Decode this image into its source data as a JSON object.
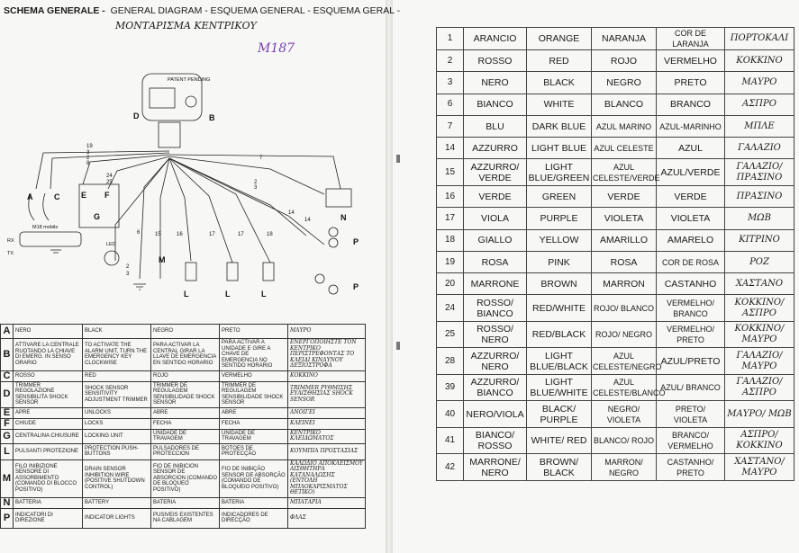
{
  "header": {
    "title": "SCHEMA GENERALE -",
    "subtitle": "GENERAL DIAGRAM - ESQUEMA GENERAL - ESQUEMA GERAL -",
    "greek": "ΜΟΝΤΑΡΙΣΜΑ ΚΕΝΤΡΙΚΟΥ",
    "handwritten": "M187"
  },
  "diagram": {
    "labels": {
      "A": "A",
      "B": "B",
      "C": "C",
      "D": "D",
      "E": "E",
      "F": "F",
      "G": "G",
      "M": "M",
      "N": "N",
      "P1": "P",
      "P2": "P",
      "L1": "L",
      "L2": "L",
      "L3": "L",
      "rx": "RX",
      "tx": "TX",
      "led": "LED",
      "mobile": "M18 mobile",
      "connector_label": "PATENT PENDING"
    },
    "wires": [
      "19",
      "3",
      "2",
      "8",
      "7",
      "24",
      "25",
      "2",
      "3",
      "6",
      "15",
      "16",
      "17",
      "17",
      "18",
      "14",
      "14",
      "2",
      "3"
    ]
  },
  "legend": [
    {
      "key": "A",
      "cols": [
        "NERO",
        "BLACK",
        "NEGRO",
        "PRETO",
        "ΜΑΥΡΟ"
      ]
    },
    {
      "key": "B",
      "cols": [
        "ATTIVARE LA CENTRALE RUOTANDO LA CHIAVE DI EMERG. IN SENSO ORARIO",
        "TO ACTIVATE THE ALARM UNIT, TURN THE EMERGENCY KEY CLOCKWISE",
        "PARA ACTIVAR LA CENTRAL GIRAR LA LLAVE DE EMERGENCIA EN SENTIDO HORARIO",
        "PARA ACTIVAR A UNIDADE E GIRE A CHAVE DE EMERGENCIA NO SENTIDO HORARIO",
        "ΕΝΕΡΓΟΠΟΙΗΣΤΕ ΤΟΝ ΚΕΝΤΡΙΚΟ ΠΕΡΙΣΤΡΕΦΟΝΤΑΣ ΤΟ ΚΛΕΙΔΙ ΚΙΝΔΥΝΟΥ ΔΕΞΙΟΣΤΡΟΦΑ"
      ]
    },
    {
      "key": "C",
      "cols": [
        "ROSSO",
        "RED",
        "ROJO",
        "VERMELHO",
        "ΚΟΚΚΙΝΟ"
      ]
    },
    {
      "key": "D",
      "cols": [
        "TRIMMER REGOLAZIONE SENSIBILITA SHOCK SENSOR",
        "SHOCK SENSOR SENSITIVITY ADJUSTMENT TRIMMER",
        "TRIMMER DE REGULAGEM SENSIBILIDADE SHOCK SENSOR",
        "TRIMMER DE REGULAGEM SENSIBILIDADE SHOCK SENSOR",
        "TRIMMER ΡΥΘΜΙΣΗΣ ΕΥΑΙΣΘΗΣΙΑΣ SHOCK SENSOR"
      ]
    },
    {
      "key": "E",
      "cols": [
        "APRE",
        "UNLOCKS",
        "ABRE",
        "ABRE",
        "ΑΝΟΙΓΕΙ"
      ]
    },
    {
      "key": "F",
      "cols": [
        "CHIUDE",
        "LOCKS",
        "FECHA",
        "FECHA",
        "ΚΛΕΙΝΕΙ"
      ]
    },
    {
      "key": "G",
      "cols": [
        "CENTRALINA CHIUSURE",
        "LOCKING UNIT",
        "UNIDADE DE TRAVAGEM",
        "UNIDADE DE TRAVAGEM",
        "ΚΕΝΤΡΙΚΟ ΚΛΕΙΔΩΜΑΤΟΣ"
      ]
    },
    {
      "key": "L",
      "cols": [
        "PULSANTI PROTEZIONE",
        "PROTECTION PUSH-BUTTONS",
        "PULSADORES DE PROTECCION",
        "BOTOES DE PROTECÇÃO",
        "ΚΟΥΜΠΙΑ ΠΡΟΣΤΑΣΙΑΣ"
      ]
    },
    {
      "key": "M",
      "cols": [
        "FILO INIBIZIONE SENSORE DI ASSORBIMENTO (COMANDO DI BLOCCO POSITIVO)",
        "DRAIN SENSOR INHIBITION WIRE (POSITIVE SHUTDOWN CONTROL)",
        "FIO DE INIBICION SENSOR DE ABSORCION (COMANDO DE BLOQUEO POSITIVO)",
        "FIO DE INIBIÇÃO SENSOR DE ABSORÇÃO (COMANDO DE BLOQUEIO POSITIVO)",
        "ΚΑΛΩΔΙΟ ΑΠΟΚΛΕΙΣΜΟΥ ΑΙΣΘΗΤΗΡΑ ΚΑΤΑΝΑΛΩΣΗΣ (ΕΝΤΟΛΗ ΜΠΛΟΚΑΡΙΣΜΑΤΟΣ ΘΕΤΙΚΟ)"
      ]
    },
    {
      "key": "N",
      "cols": [
        "BATTERIA",
        "BATTERY",
        "BATERIA",
        "BATERIA",
        "ΜΠΑΤΑΡΙΑ"
      ]
    },
    {
      "key": "P",
      "cols": [
        "INDICATORI DI DIREZIONE",
        "INDICATOR LIGHTS",
        "PUSIVEIS EXISTENTES NA CABLAGEM",
        "INDICADORES DE DIRECÇÃO",
        "ΦΛΑΣ"
      ]
    }
  ],
  "colors": [
    {
      "num": "1",
      "it": "ARANCIO",
      "en": "ORANGE",
      "es": "NARANJA",
      "pt": "COR DE LARANJA",
      "gr": "ΠΟΡΤΟΚΑΛΙ"
    },
    {
      "num": "2",
      "it": "ROSSO",
      "en": "RED",
      "es": "ROJO",
      "pt": "VERMELHO",
      "gr": "ΚΟΚΚΙΝΟ"
    },
    {
      "num": "3",
      "it": "NERO",
      "en": "BLACK",
      "es": "NEGRO",
      "pt": "PRETO",
      "gr": "ΜΑΥΡΟ"
    },
    {
      "num": "6",
      "it": "BIANCO",
      "en": "WHITE",
      "es": "BLANCO",
      "pt": "BRANCO",
      "gr": "ΑΣΠΡΟ"
    },
    {
      "num": "7",
      "it": "BLU",
      "en": "DARK BLUE",
      "es": "AZUL MARINO",
      "pt": "AZUL-MARINHO",
      "gr": "ΜΠΛΕ"
    },
    {
      "num": "14",
      "it": "AZZURRO",
      "en": "LIGHT BLUE",
      "es": "AZUL CELESTE",
      "pt": "AZUL",
      "gr": "ΓΑΛΑΖΙΟ"
    },
    {
      "num": "15",
      "it": "AZZURRO/ VERDE",
      "en": "LIGHT BLUE/GREEN",
      "es": "AZUL CELESTE/VERDE",
      "pt": "AZUL/VERDE",
      "gr": "ΓΑΛΑΖΙΟ/ ΠΡΑΣΙΝΟ"
    },
    {
      "num": "16",
      "it": "VERDE",
      "en": "GREEN",
      "es": "VERDE",
      "pt": "VERDE",
      "gr": "ΠΡΑΣΙΝΟ"
    },
    {
      "num": "17",
      "it": "VIOLA",
      "en": "PURPLE",
      "es": "VIOLETA",
      "pt": "VIOLETA",
      "gr": "ΜΩΒ"
    },
    {
      "num": "18",
      "it": "GIALLO",
      "en": "YELLOW",
      "es": "AMARILLO",
      "pt": "AMARELO",
      "gr": "ΚΙΤΡΙΝΟ"
    },
    {
      "num": "19",
      "it": "ROSA",
      "en": "PINK",
      "es": "ROSA",
      "pt": "COR DE ROSA",
      "gr": "ΡΟΖ"
    },
    {
      "num": "20",
      "it": "MARRONE",
      "en": "BROWN",
      "es": "MARRON",
      "pt": "CASTANHO",
      "gr": "ΧΑΣΤΑΝΟ"
    },
    {
      "num": "24",
      "it": "ROSSO/ BIANCO",
      "en": "RED/WHITE",
      "es": "ROJO/ BLANCO",
      "pt": "VERMELHO/ BRANCO",
      "gr": "ΚΟΚΚΙΝΟ/ ΑΣΠΡΟ"
    },
    {
      "num": "25",
      "it": "ROSSO/ NERO",
      "en": "RED/BLACK",
      "es": "ROJO/ NEGRO",
      "pt": "VERMELHO/ PRETO",
      "gr": "ΚΟΚΚΙΝΟ/ ΜΑΥΡΟ"
    },
    {
      "num": "28",
      "it": "AZZURRO/ NERO",
      "en": "LIGHT BLUE/BLACK",
      "es": "AZUL CELESTE/NEGRO",
      "pt": "AZUL/PRETO",
      "gr": "ΓΑΛΑΖΙΟ/ ΜΑΥΡΟ"
    },
    {
      "num": "39",
      "it": "AZZURRO/ BIANCO",
      "en": "LIGHT BLUE/WHITE",
      "es": "AZUL CELESTE/BLANCO",
      "pt": "AZUL/ BRANCO",
      "gr": "ΓΑΛΑΖΙΟ/ ΑΣΠΡΟ"
    },
    {
      "num": "40",
      "it": "NERO/VIOLA",
      "en": "BLACK/ PURPLE",
      "es": "NEGRO/ VIOLETA",
      "pt": "PRETO/ VIOLETA",
      "gr": "ΜΑΥΡΟ/ ΜΩΒ"
    },
    {
      "num": "41",
      "it": "BIANCO/ ROSSO",
      "en": "WHITE/ RED",
      "es": "BLANCO/ ROJO",
      "pt": "BRANCO/ VERMELHO",
      "gr": "ΑΣΠΡΟ/ ΚΟΚΚΙΝΟ"
    },
    {
      "num": "42",
      "it": "MARRONE/ NERO",
      "en": "BROWN/ BLACK",
      "es": "MARRON/ NEGRO",
      "pt": "CASTANHO/ PRETO",
      "gr": "ΧΑΣΤΑΝΟ/ ΜΑΥΡΟ"
    }
  ]
}
